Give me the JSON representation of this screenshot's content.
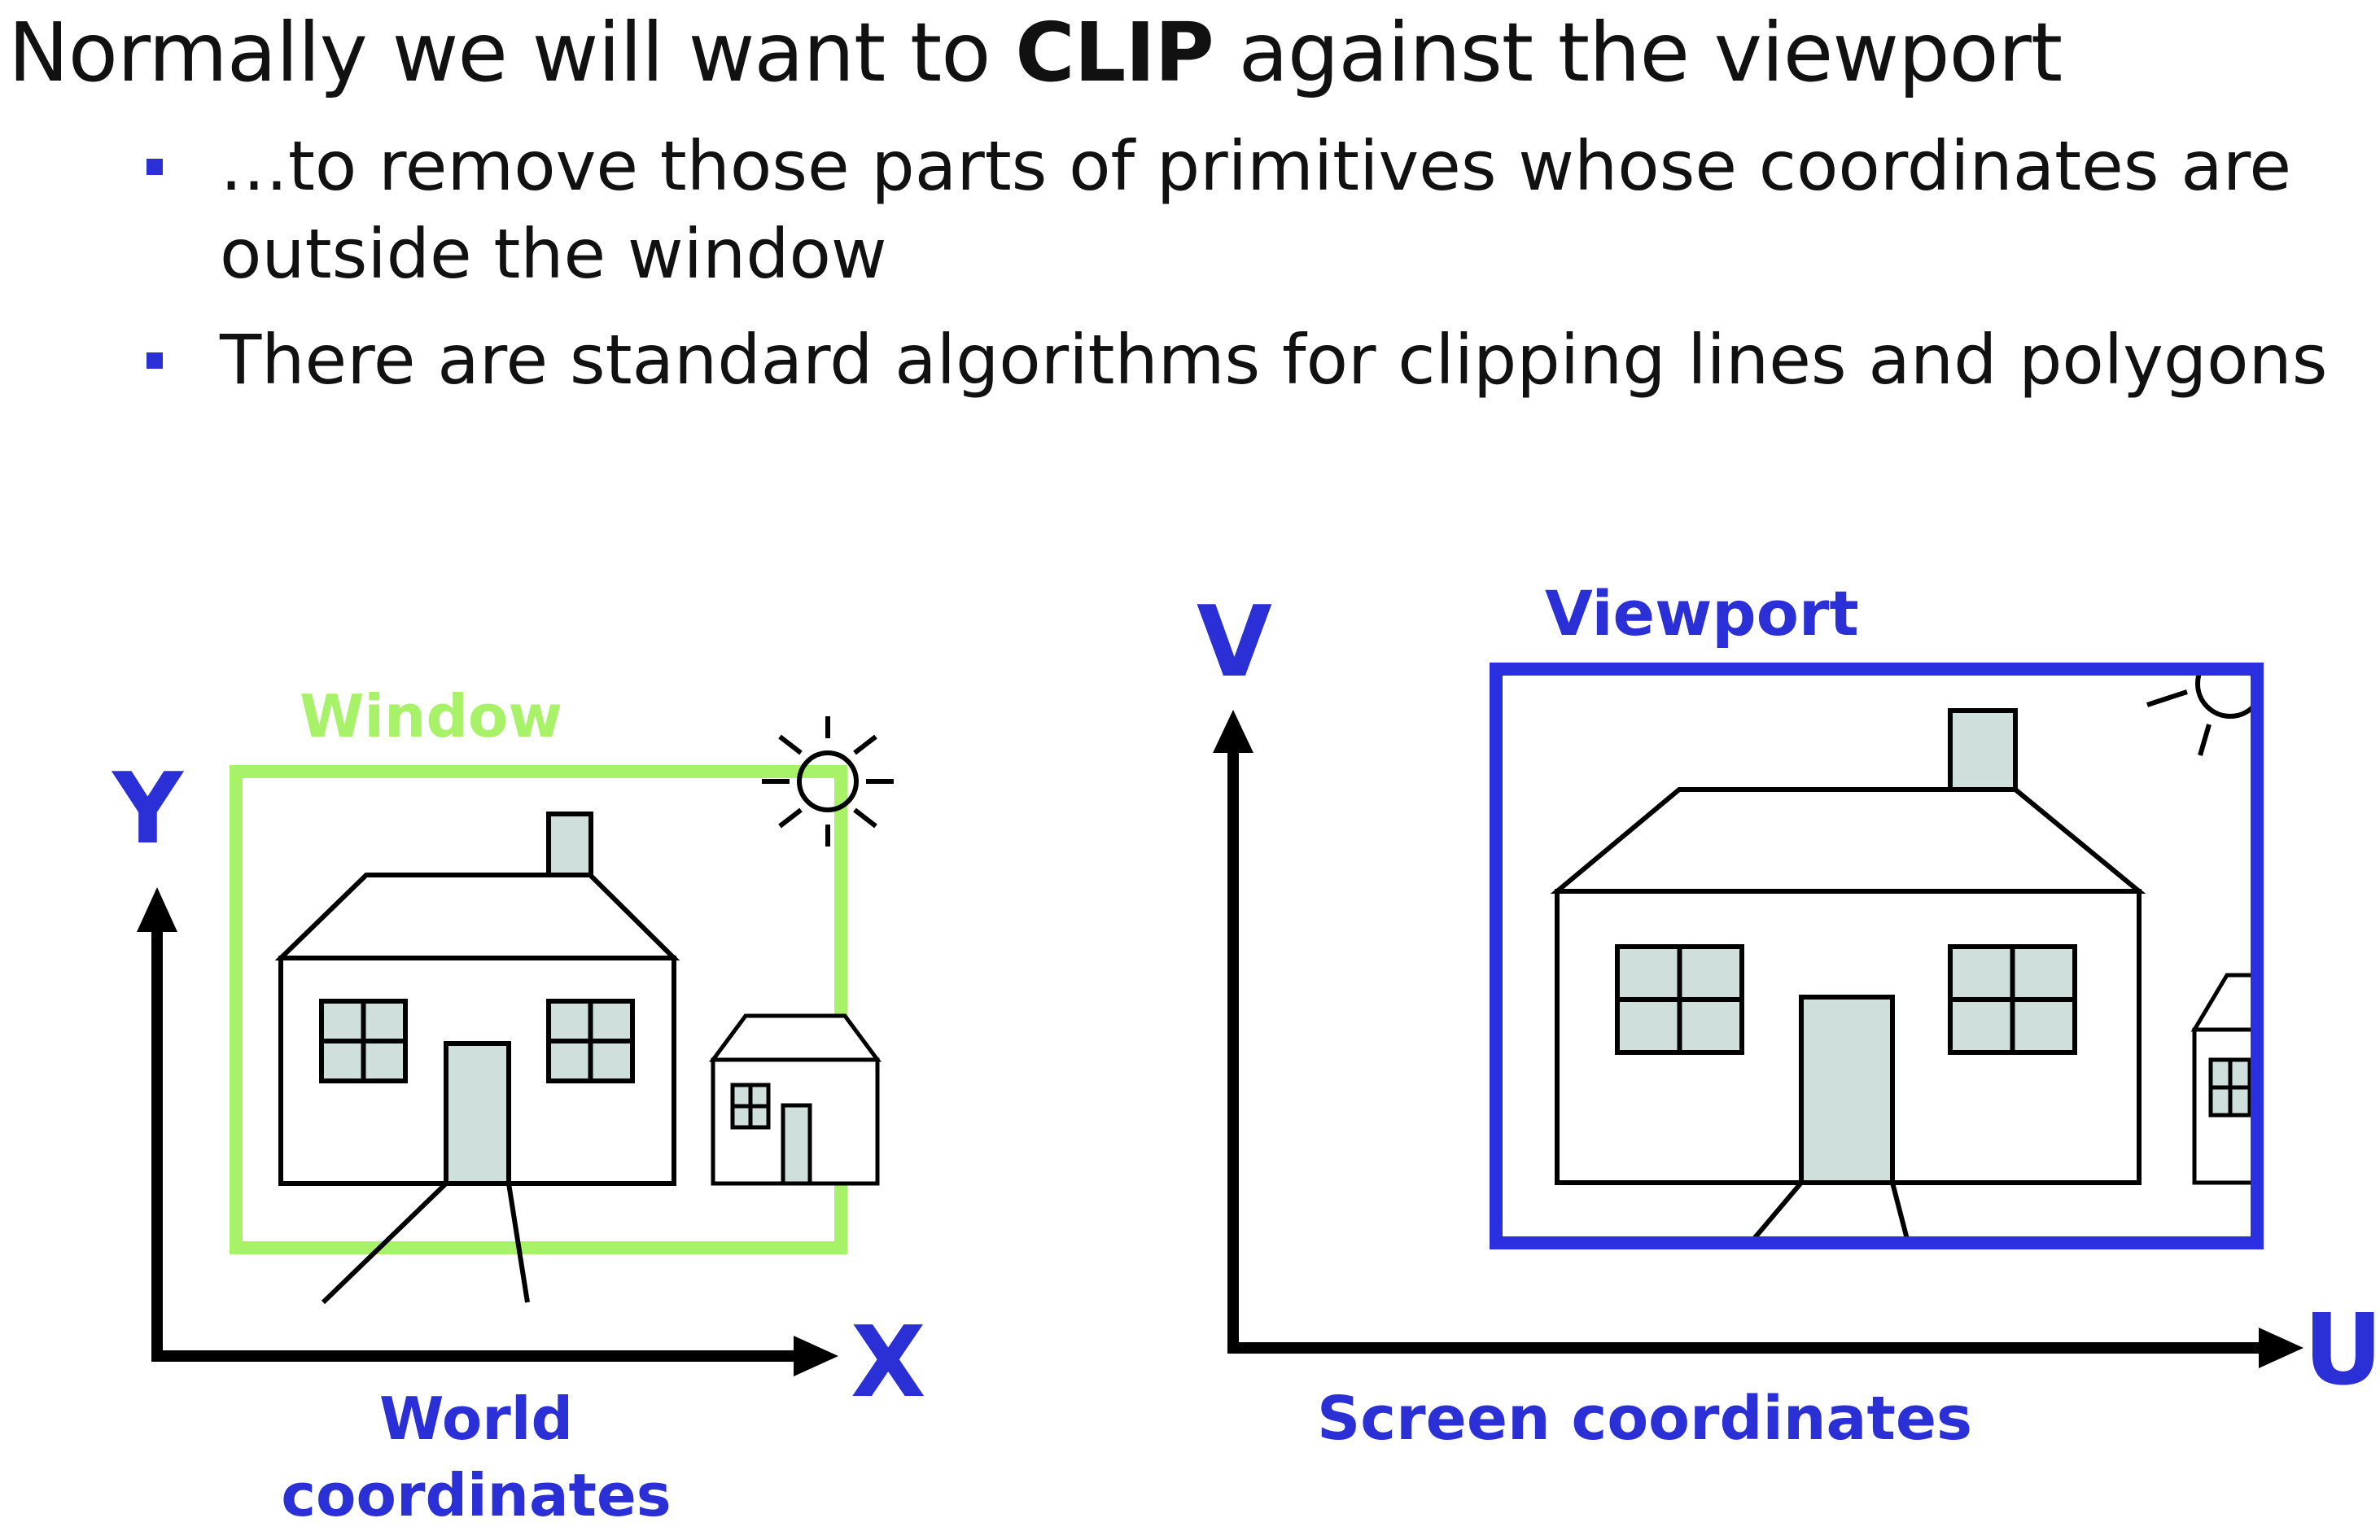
{
  "slide": {
    "title_pre": "Normally we will want to ",
    "title_bold": "CLIP",
    "title_post": " against the viewport",
    "bullets": [
      {
        "line1": "…to remove those parts of primitives whose coordinates are",
        "line2": "outside the window"
      },
      {
        "line1": "There are standard algorithms for clipping lines and polygons"
      }
    ]
  },
  "world": {
    "window_label": "Window",
    "y_axis": "Y",
    "x_axis": "X",
    "caption_line1": "World",
    "caption_line2": "coordinates"
  },
  "screen": {
    "viewport_label": "Viewport",
    "v_axis": "V",
    "u_axis": "U",
    "caption": "Screen coordinates"
  },
  "colors": {
    "window": "#a8f26a",
    "viewport": "#2a2fe0",
    "label_blue": "#2a2fd6",
    "fill": "#cfe0dc",
    "bullet": "#2a2fd6"
  }
}
